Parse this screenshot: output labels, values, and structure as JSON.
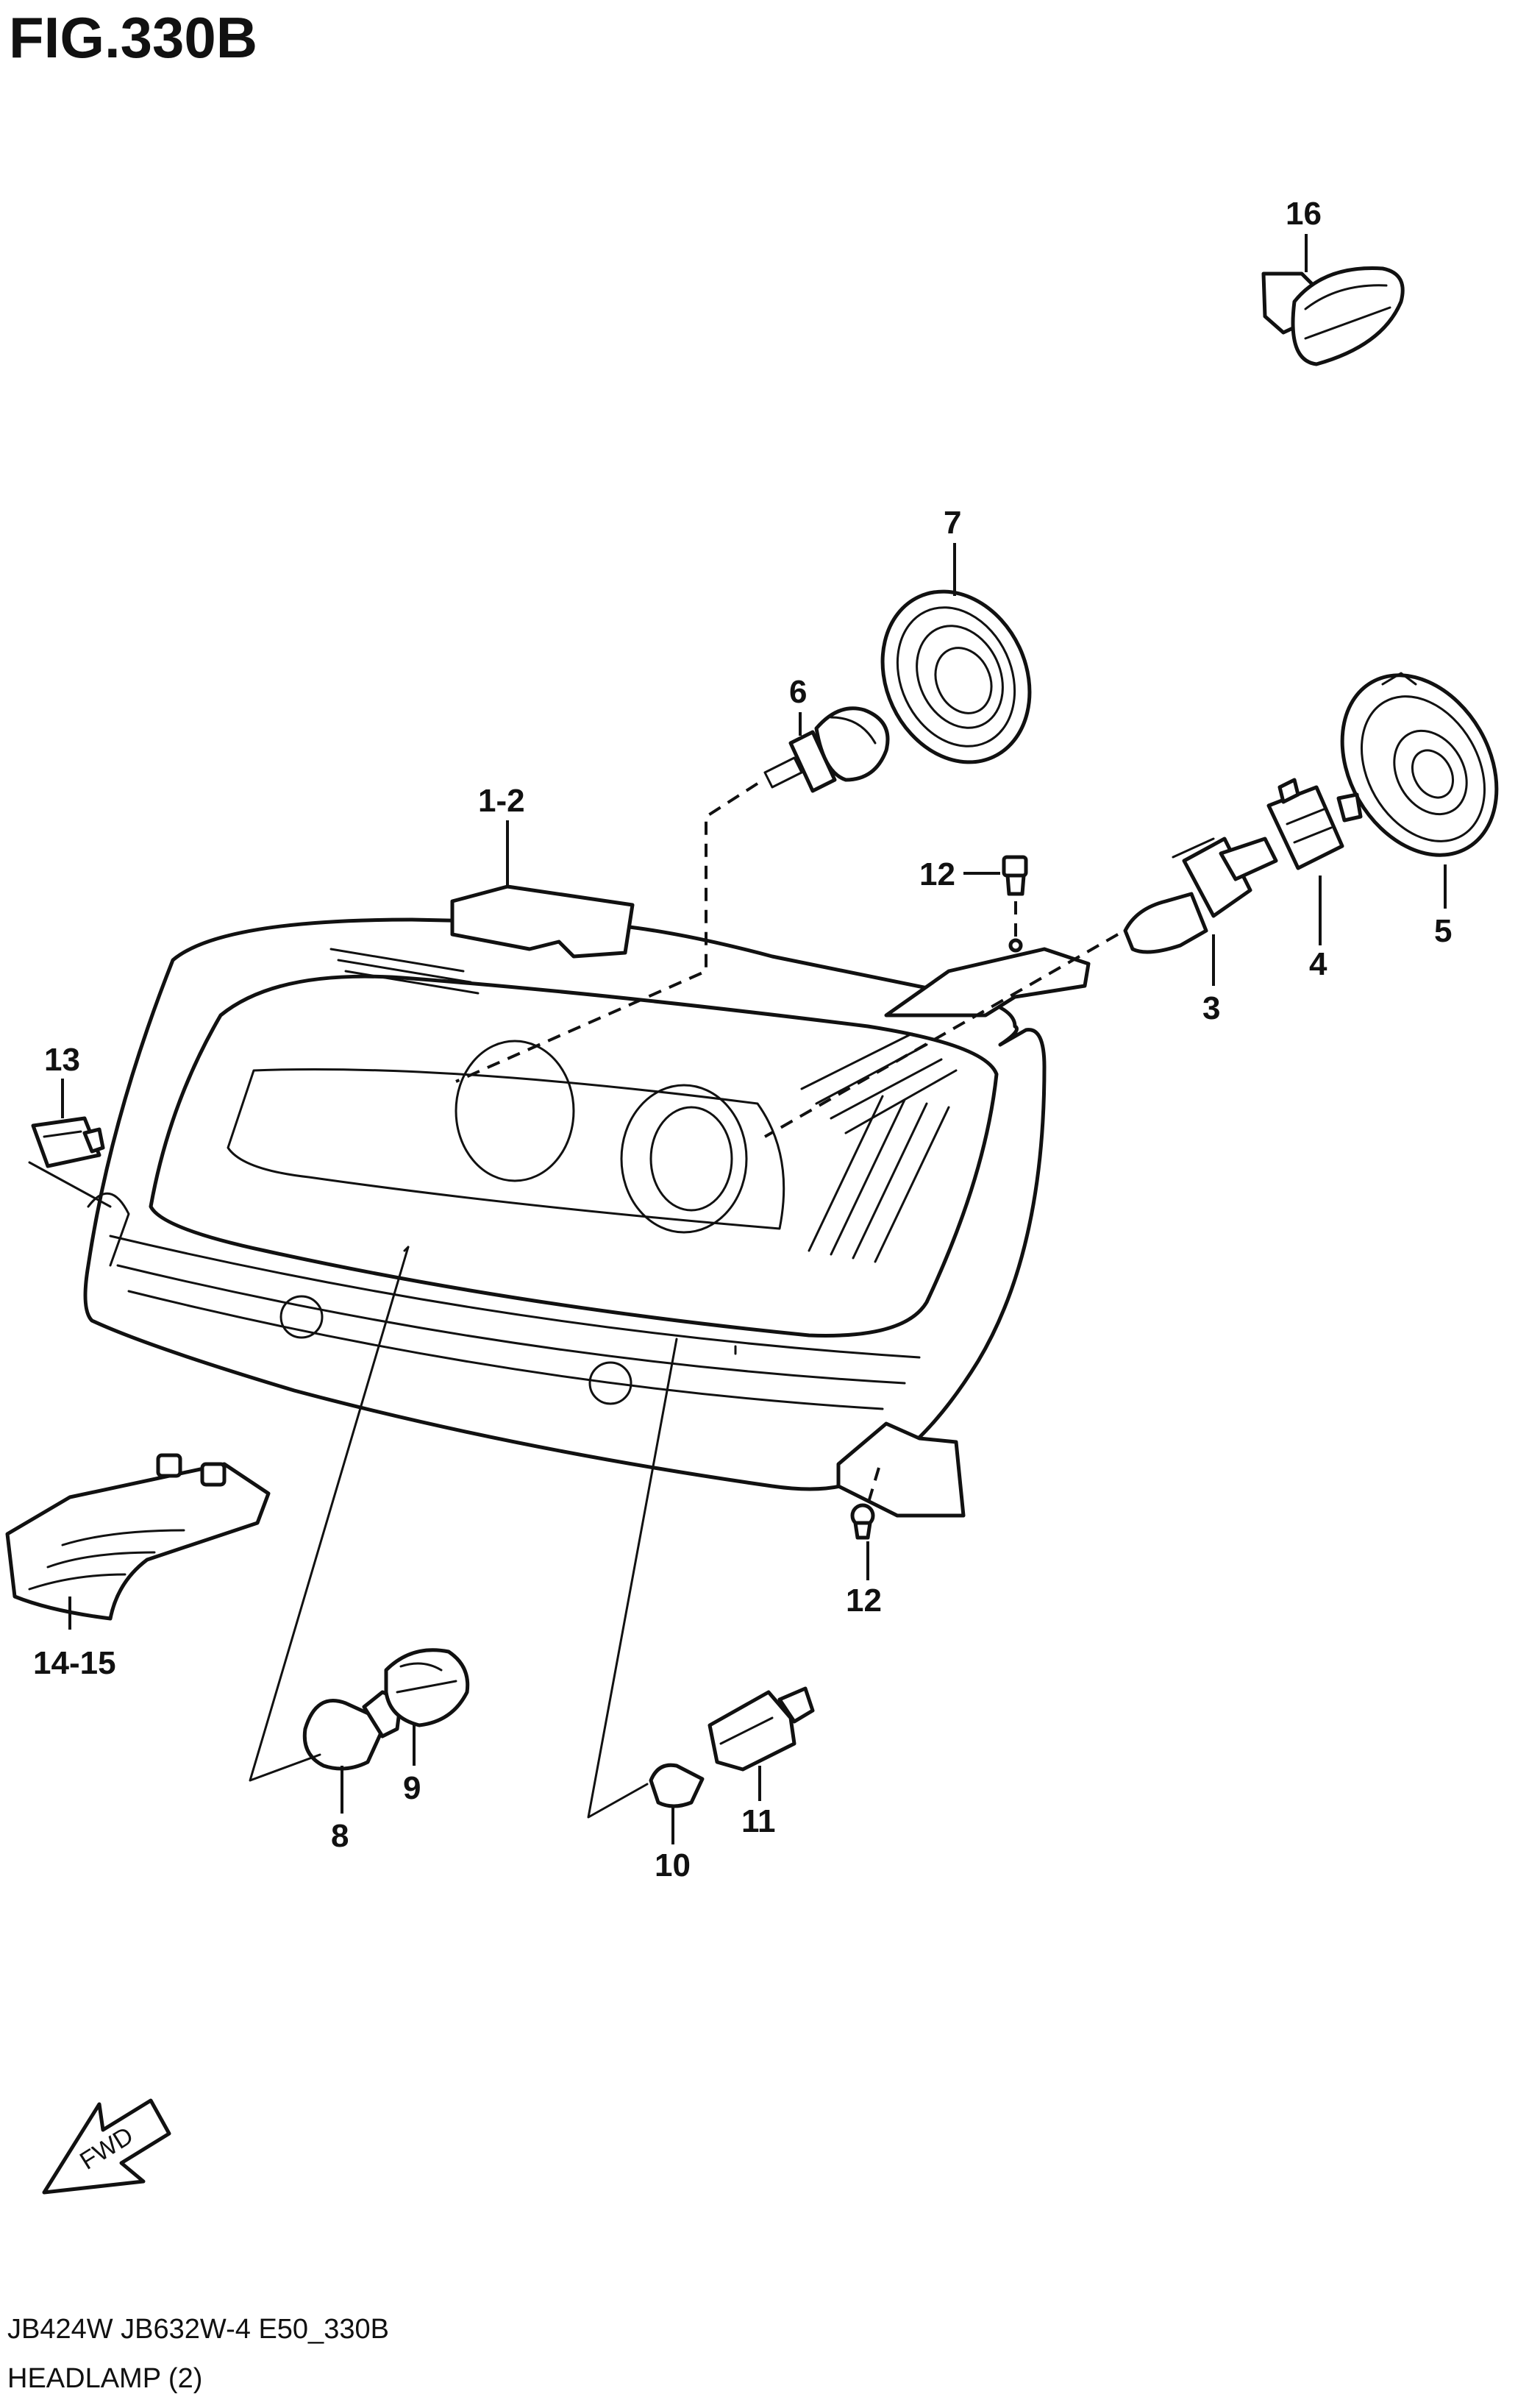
{
  "figure": {
    "title": "FIG.330B"
  },
  "parts": [
    {
      "id": "p1_2",
      "label": "1-2"
    },
    {
      "id": "p3",
      "label": "3"
    },
    {
      "id": "p4",
      "label": "4"
    },
    {
      "id": "p5",
      "label": "5"
    },
    {
      "id": "p6",
      "label": "6"
    },
    {
      "id": "p7",
      "label": "7"
    },
    {
      "id": "p8",
      "label": "8"
    },
    {
      "id": "p9",
      "label": "9"
    },
    {
      "id": "p10",
      "label": "10"
    },
    {
      "id": "p11",
      "label": "11"
    },
    {
      "id": "p12a",
      "label": "12"
    },
    {
      "id": "p12b",
      "label": "12"
    },
    {
      "id": "p13",
      "label": "13"
    },
    {
      "id": "p14_15",
      "label": "14-15"
    },
    {
      "id": "p16",
      "label": "16"
    }
  ],
  "direction_arrow": {
    "label": "FWD"
  },
  "footer": {
    "code": "JB424W JB632W-4 E50_330B",
    "caption": "HEADLAMP (2)"
  }
}
